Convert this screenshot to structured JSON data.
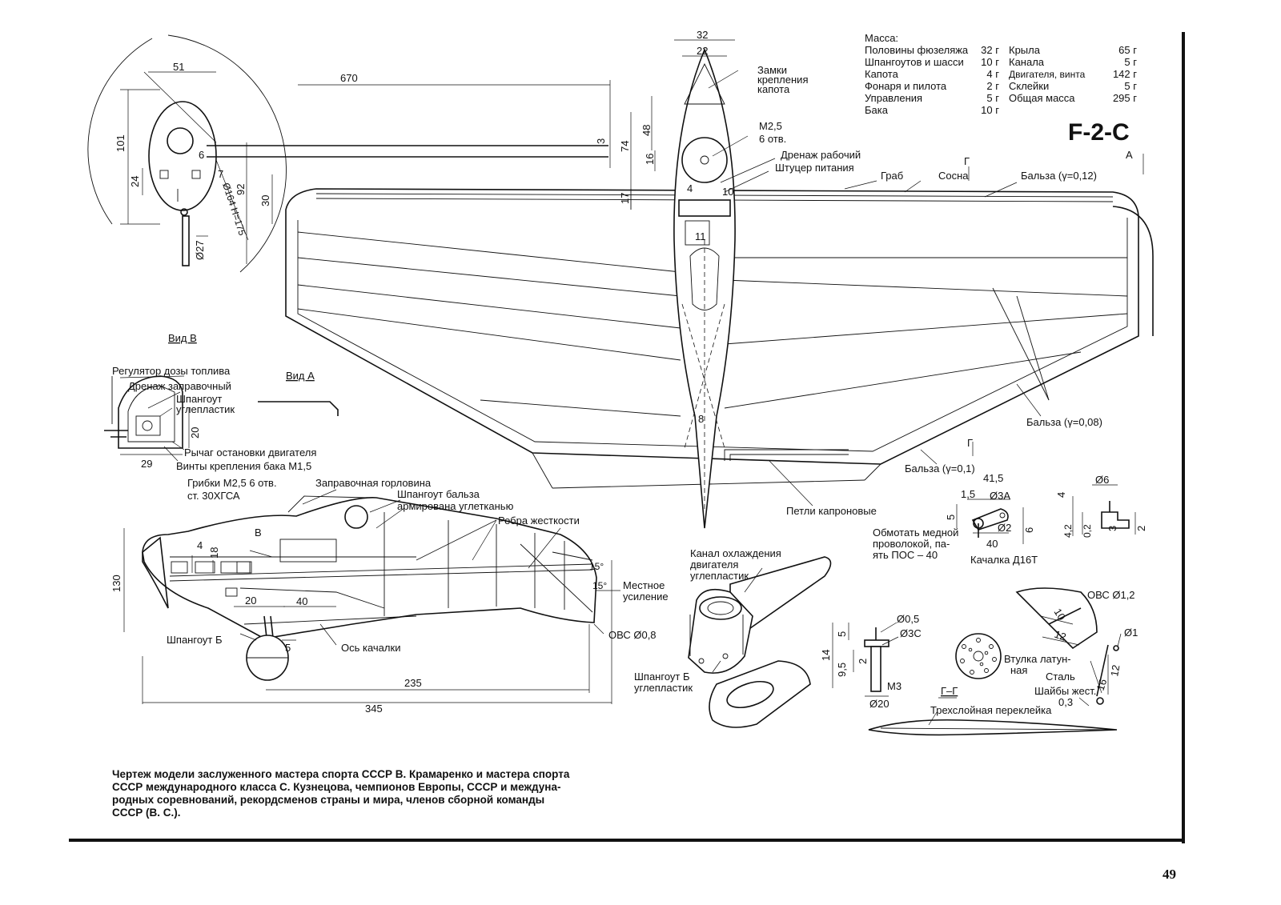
{
  "model_title": "F-2-C",
  "page_number": "49",
  "mass": {
    "heading": "Масса:",
    "left": [
      {
        "name": "Половины фюзеляжа",
        "value": "32 г"
      },
      {
        "name": "Шпангоутов и шасси",
        "value": "10 г"
      },
      {
        "name": "Капота",
        "value": "4 г"
      },
      {
        "name": "Фонаря и пилота",
        "value": "2 г"
      },
      {
        "name": "Управления",
        "value": "5 г"
      },
      {
        "name": "Бака",
        "value": "10 г"
      }
    ],
    "right": [
      {
        "name": "Крыла",
        "value": "65 г"
      },
      {
        "name": "Канала",
        "value": "5 г"
      },
      {
        "name": "Двигателя, винта",
        "value": "142 г"
      },
      {
        "name": "Склейки",
        "value": "5 г"
      },
      {
        "name": "Общая масса",
        "value": "295 г"
      }
    ]
  },
  "top_view": {
    "zamki": [
      "Замки",
      "крепления",
      "капота"
    ],
    "m25": "М2,5",
    "m25_holes": "6 отв.",
    "drenazh_rabochiy": "Дренаж рабочий",
    "shtutser": "Штуцер питания",
    "grab": "Граб",
    "sosna": "Сосна",
    "balsa_012": "Бальза (γ=0,12)",
    "balsa_008": "Бальза (γ=0,08)",
    "balsa_01": "Бальза (γ=0,1)",
    "petli": "Петли капроновые",
    "section_g": "Г",
    "arrow_a": "А"
  },
  "front_view": {
    "vid_b": "Вид В"
  },
  "tank_view": {
    "vid_a": "Вид А",
    "regulator": "Регулятор дозы топлива",
    "drenazh_zapr": "Дренаж заправочный",
    "shpangout": "Шпангоут",
    "ugleplastik": "углепластик",
    "rychag": "Рычаг остановки двигателя",
    "vinty": "Винты крепления бака М1,5"
  },
  "side_view": {
    "gribki": "Грибки М2,5   6 отв.",
    "steel": "ст. 30ХГСА",
    "zapr_gorlovina": "Заправочная горловина",
    "shp_balsa": "Шпангоут бальза",
    "armirovana": "армирована углетканью",
    "rebra": "Ребра жесткости",
    "mestnoe": "Местное",
    "usilenie": "усиление",
    "ovs08": "ОВС Ø0,8",
    "shp_b": "Шпангоут Б",
    "os_kachalki": "Ось качалки",
    "b_arrow": "В"
  },
  "channel": {
    "kanal": [
      "Канал охлаждения",
      "двигателя",
      "углепластик"
    ],
    "shp_b": [
      "Шпангоут Б",
      "углепластик"
    ]
  },
  "rocker": {
    "obmotat": [
      "Обмотать медной",
      "проволокой, па-",
      "ять ПОС – 40"
    ],
    "kachalka": "Качалка Д16Т"
  },
  "wheel": {
    "vtulka": [
      "Втулка латун-",
      "ная"
    ],
    "stal": "Сталь",
    "shayby": [
      "Шайбы жест.",
      "0,3"
    ],
    "ovs12": "ОВС Ø1,2",
    "m3": "М3",
    "section_label": "Г–Г",
    "trehsloinaya": "Трехслойная переклейка"
  },
  "dims": {
    "d51": "51",
    "d670": "670",
    "d101": "101",
    "d24": "24",
    "d6": "6",
    "d7": "7",
    "d92": "92",
    "d30": "30",
    "d3": "3",
    "dh": "Ø164 H=175",
    "d27": "Ø27",
    "d32": "32",
    "d22": "22",
    "d48": "48",
    "d74": "74",
    "d16": "16",
    "d17": "17",
    "d4": "4",
    "d10": "10",
    "d11": "11",
    "d8": "8",
    "d20": "20",
    "d29": "29",
    "d130": "130",
    "d4s": "4",
    "d18": "18",
    "d20s": "20",
    "d40": "40",
    "d5": "5",
    "d235": "235",
    "d345": "345",
    "a15a": "15°",
    "a15b": "15°",
    "d415": "41,5",
    "d15": "1,5",
    "d3a": "Ø3А",
    "d2": "Ø2",
    "d40r": "40",
    "d5r": "5",
    "d6r": "6",
    "d6ph": "Ø6",
    "d4r": "4",
    "d42": "4,2",
    "d02": "0,2",
    "d3r": "3",
    "d2r": "2",
    "d05": "Ø0,5",
    "d3c": "Ø3С",
    "d5w": "5",
    "d14": "14",
    "d95": "9,5",
    "d2w": "2",
    "d20ph": "Ø20",
    "d1": "Ø1",
    "d12a": "12",
    "d10w": "10",
    "d16w": "16",
    "d12w": "12"
  },
  "caption": [
    "Чертеж модели заслуженного мастера спорта СССР В. Крамаренко и мастера спорта",
    "СССР международного класса С. Кузнецова, чемпионов Европы, СССР и междуна-",
    "родных соревнований,  рекордсменов страны и мира,   членов сборной команды",
    "СССР (В. С.)."
  ]
}
